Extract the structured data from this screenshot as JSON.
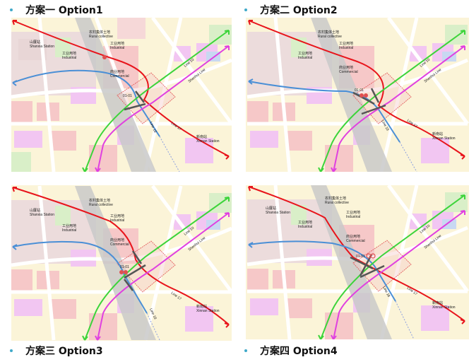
{
  "captions": [
    {
      "bullet": "•",
      "label": "方案一 Option1"
    },
    {
      "bullet": "•",
      "label": "方案二 Option2"
    },
    {
      "bullet": "•",
      "label": "方案三 Option3"
    },
    {
      "bullet": "•",
      "label": "方案四 Option4"
    }
  ],
  "map_labels": {
    "rural_cn": "农村集体土地",
    "rural_en": "Rural collective",
    "shanxia_cn": "山厦站",
    "shanxia_en": "Shanxia Station",
    "industrial_cn": "工业用地",
    "industrial_en": "Industrial",
    "commercial_cn": "商业用地",
    "commercial_en": "Commercial",
    "site_code": "01-01",
    "xinnan_cn": "新南站",
    "xinnan_en": "Xinnan Station",
    "line10": "Line 10",
    "shenhui": "Shenhui Line",
    "line17": "Line 17",
    "line18": "Line 18"
  },
  "colors": {
    "line17": "#e8141b",
    "line18": "#4a8fd6",
    "line10": "#3cd43a",
    "shenhui": "#e040e0",
    "transfer": "#555555",
    "site_boundary": "#e05050",
    "rail_corridor": "#c8c8c8",
    "residential": "#fbf4c8",
    "commercial": "#f6c8c8",
    "public": "#f0c8f0",
    "green": "#d8efc8",
    "industrial": "#e8d8d8"
  }
}
